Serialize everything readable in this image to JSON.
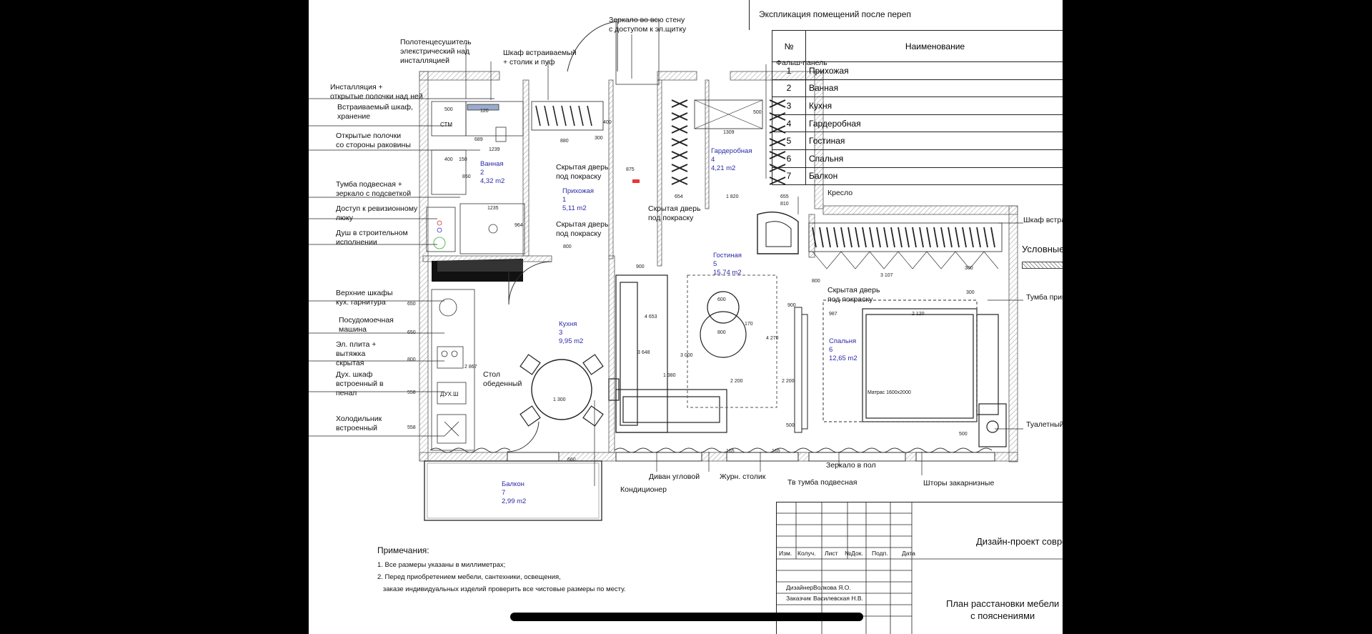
{
  "labels_left": [
    {
      "id": "polotenc",
      "text": "Полотенцесушитель\nэлекстрический над\nинсталляцией"
    },
    {
      "id": "shkaf_vstr_top",
      "text": "Шкаф встраиваемый\n+ столик и пуф"
    },
    {
      "id": "zerkalo_top",
      "text": "Зеркало во всю стену\nс доступом к эл.щитку"
    },
    {
      "id": "falsh",
      "text": "Фальш-панель"
    },
    {
      "id": "install",
      "text": "Инсталляция +\nоткрытые полочки над ней"
    },
    {
      "id": "vstr_shkaf",
      "text": "Встраиваемый шкаф,\nхранение"
    },
    {
      "id": "otkr_polochki",
      "text": "Открытые полочки\nсо стороны раковины"
    },
    {
      "id": "tumba",
      "text": "Тумба подвесная +\nзеркало с подсветкой"
    },
    {
      "id": "dostup",
      "text": "Доступ к ревизионному\nлюку"
    },
    {
      "id": "dush",
      "text": "Душ в строительном\nисполнении"
    },
    {
      "id": "verh_shkafy",
      "text": "Верхние шкафы\nкух. гарнитура"
    },
    {
      "id": "posud",
      "text": "Посудомоечная\nмашина"
    },
    {
      "id": "plita",
      "text": "Эл. плита +\nвытяжка\nскрытая"
    },
    {
      "id": "duh",
      "text": "Дух. шкаф\nвстроенный в\nпенал"
    },
    {
      "id": "holod",
      "text": "Холодильник\nвстроенный"
    }
  ],
  "labels_other": [
    {
      "id": "skr_dver1",
      "text": "Скрытая дверь\nпод покраску"
    },
    {
      "id": "skr_dver2",
      "text": "Скрытая дверь\nпод покраску"
    },
    {
      "id": "skr_dver3",
      "text": "Скрытая дверь\nпод покраску"
    },
    {
      "id": "skr_dver4",
      "text": "Скрытая дверь\nпод покраску"
    },
    {
      "id": "kreslo",
      "text": "Кресло"
    },
    {
      "id": "shkaf_vstr_r",
      "text": "Шкаф встраиваем"
    },
    {
      "id": "uslovnye",
      "text": "Условные"
    },
    {
      "id": "tumba_prikr",
      "text": "Тумба прикроватн"
    },
    {
      "id": "tualet",
      "text": "Туалетный столик"
    },
    {
      "id": "stol",
      "text": "Стол\nобеденный"
    },
    {
      "id": "divan",
      "text": "Диван угловой"
    },
    {
      "id": "zhurn",
      "text": "Журн. столик"
    },
    {
      "id": "tv",
      "text": "Тв тумба подвесная"
    },
    {
      "id": "zerkalo_pol",
      "text": "Зеркало в пол"
    },
    {
      "id": "shtory",
      "text": "Шторы закарнизные"
    },
    {
      "id": "kondic",
      "text": "Кондиционер"
    },
    {
      "id": "matras",
      "text": "Матрас 1600х2000"
    },
    {
      "id": "ctm",
      "text": "СТМ"
    },
    {
      "id": "duhsh",
      "text": "ДУХ.Ш"
    }
  ],
  "rooms": [
    {
      "id": "vannaya",
      "text": "Ванная\n2\n4,32 m2"
    },
    {
      "id": "prihozhaya",
      "text": "Прихожая\n1\n5,11 m2"
    },
    {
      "id": "garderob",
      "text": "Гардеробная\n4\n4,21 m2"
    },
    {
      "id": "gostinaya",
      "text": "Гостиная\n5\n15,74 m2"
    },
    {
      "id": "kuhnya",
      "text": "Кухня\n3\n9,95 m2"
    },
    {
      "id": "spalnya",
      "text": "Спальня\n6\n12,65 m2"
    },
    {
      "id": "balkon",
      "text": "Балкон\n7\n2,99 m2"
    }
  ],
  "dims": [
    "500",
    "400",
    "689",
    "1239",
    "120",
    "300",
    "150",
    "1235",
    "964",
    "800",
    "850",
    "880",
    "400",
    "875",
    "654",
    "1309",
    "500",
    "1 820",
    "655",
    "810",
    "900",
    "4 653",
    "3 648",
    "3 000",
    "1 380",
    "600",
    "800",
    "170",
    "2 200",
    "4 270",
    "2 200",
    "987",
    "2 120",
    "3 107",
    "300",
    "900",
    "650",
    "650",
    "800",
    "558",
    "558",
    "2 867",
    "1 300",
    "660",
    "165",
    "165",
    "500",
    "500",
    "800",
    "300"
  ],
  "explication": {
    "title": "Экспликация помещений после переп",
    "col_no": "№",
    "col_name": "Наименование",
    "rows": [
      {
        "no": "1",
        "name": "Прихожая"
      },
      {
        "no": "2",
        "name": "Ванная"
      },
      {
        "no": "3",
        "name": "Кухня"
      },
      {
        "no": "4",
        "name": "Гардеробная"
      },
      {
        "no": "5",
        "name": "Гостиная"
      },
      {
        "no": "6",
        "name": "Спальня"
      },
      {
        "no": "7",
        "name": "Балкон"
      }
    ]
  },
  "notes": {
    "title": "Примечания:",
    "items": [
      "1. Все размеры указаны в миллиметрах;",
      "2. Перед приобретением мебели, сантехники, освещения,",
      "   заказе индивидуальных изделий проверить все чистовые размеры по месту."
    ]
  },
  "stamp": {
    "headers": [
      "Изм.",
      "Колуч.",
      "Лист",
      "№Док.",
      "Подп.",
      "Дата"
    ],
    "project": "Дизайн-проект соврем",
    "designer_role": "Дизайнер",
    "designer_name": "Волкова Я.О.",
    "client_role": "Заказчик",
    "client_name": "Василевская Н.В.",
    "sheet_title": "План расстановки мебели\nс пояснениями"
  }
}
